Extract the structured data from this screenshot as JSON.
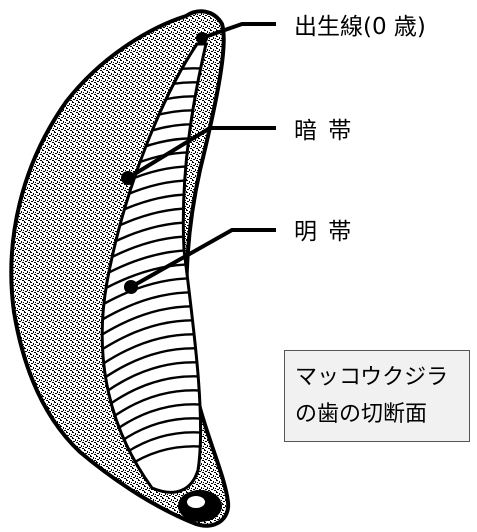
{
  "labels": {
    "birth_line": "出生線(0 歳)",
    "dark_band": "暗 帯",
    "light_band": "明 帯"
  },
  "caption": {
    "line1": "マッコウクジラ",
    "line2": "の歯の切断面"
  },
  "colors": {
    "ink": "#000000",
    "caption_background": "#f1f1f1",
    "caption_border": "#555555"
  }
}
